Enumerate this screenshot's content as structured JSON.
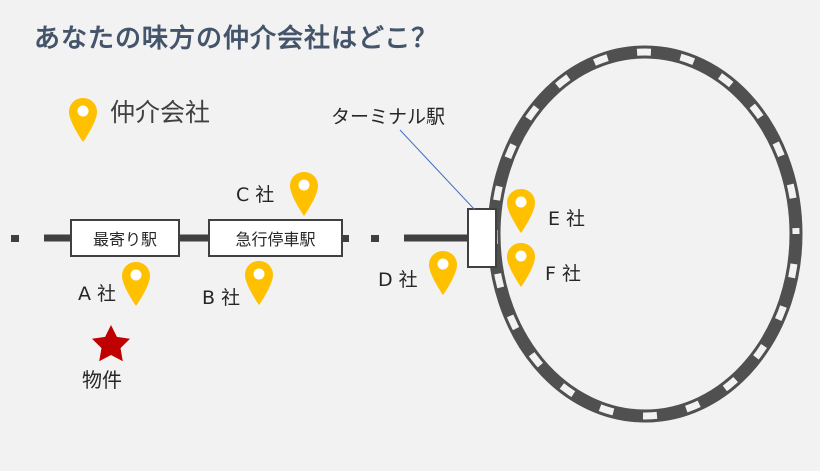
{
  "title": "あなたの味方の仲介会社はどこ？",
  "legend": {
    "icon": "map-pin-icon",
    "label": "仲介会社"
  },
  "stations": {
    "nearest": "最寄り駅",
    "express": "急行停車駅",
    "terminal": "ターミナル駅"
  },
  "companies": {
    "a": "A 社",
    "b": "B 社",
    "c": "C 社",
    "d": "D 社",
    "e": "E 社",
    "f": "F 社"
  },
  "property": {
    "icon": "star-icon",
    "label": "物件"
  },
  "colors": {
    "title": "#44546a",
    "pin": "#ffc000",
    "star": "#c00000",
    "track": "#404040",
    "background": "#f2f2f2"
  }
}
